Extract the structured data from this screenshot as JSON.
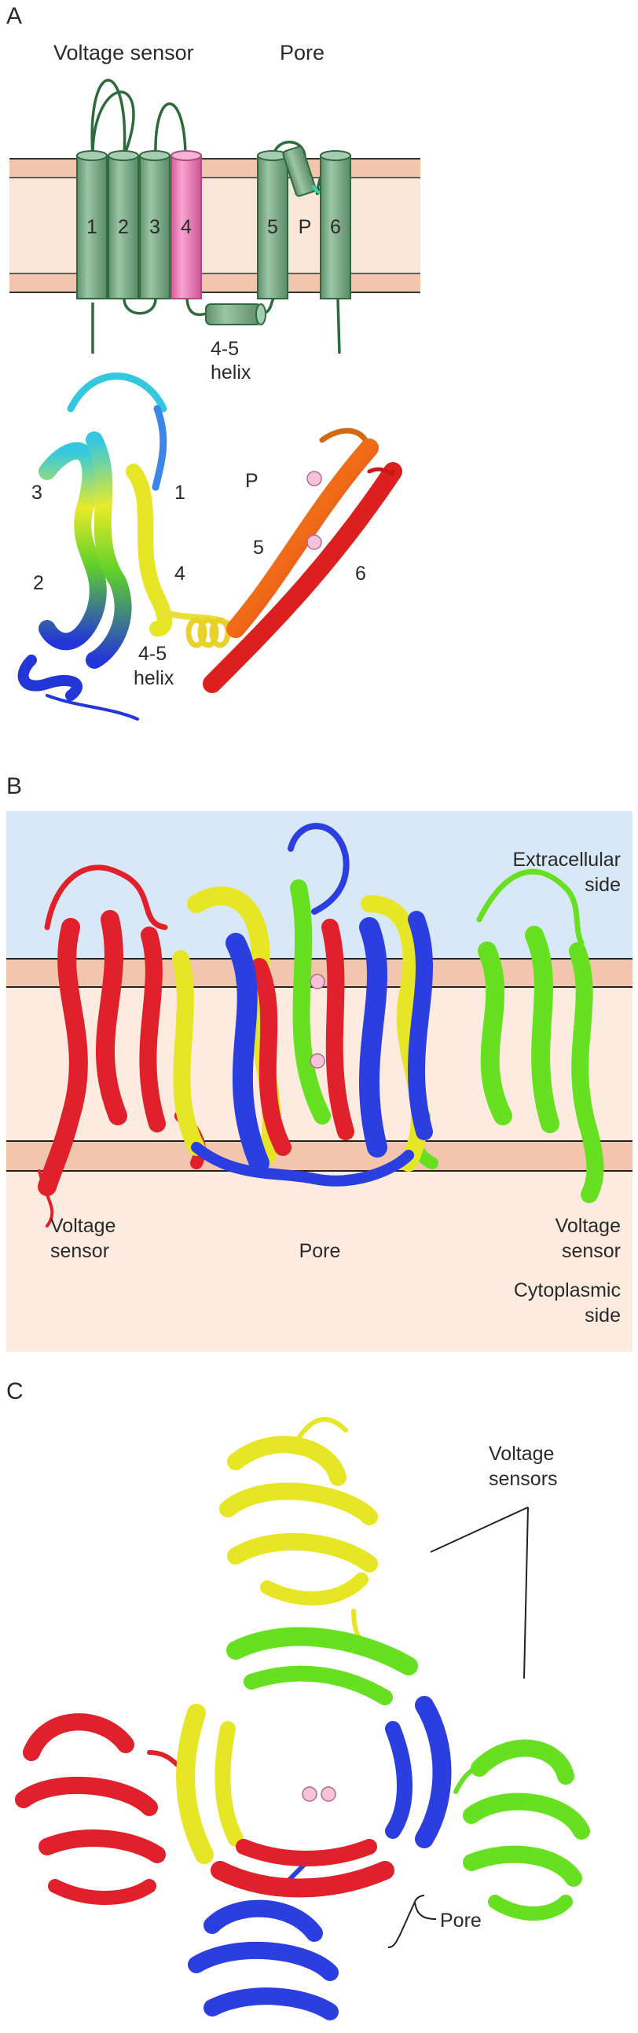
{
  "panels": {
    "a": {
      "letter": "A",
      "voltage_sensor_label": "Voltage sensor",
      "pore_label": "Pore",
      "segments": [
        "1",
        "2",
        "3",
        "4",
        "5",
        "P",
        "6"
      ],
      "helix_label_line1": "4-5",
      "helix_label_line2": "helix",
      "structure_labels": {
        "s1": "1",
        "s2": "2",
        "s3": "3",
        "s4": "4",
        "s5": "5",
        "s6": "6",
        "p": "P",
        "helix_line1": "4-5",
        "helix_line2": "helix"
      }
    },
    "b": {
      "letter": "B",
      "extracellular_line1": "Extracellular",
      "extracellular_line2": "side",
      "voltage_left_line1": "Voltage",
      "voltage_left_line2": "sensor",
      "pore": "Pore",
      "voltage_right_line1": "Voltage",
      "voltage_right_line2": "sensor",
      "cytoplasmic_line1": "Cytoplasmic",
      "cytoplasmic_line2": "side"
    },
    "c": {
      "letter": "C",
      "voltage_sensors_line1": "Voltage",
      "voltage_sensors_line2": "sensors",
      "pore": "Pore"
    }
  },
  "colors": {
    "membrane_band": "#f2c6ad",
    "membrane_core": "#fbe6da",
    "cylinder_green": "#7fae8c",
    "cylinder_pink": "#ee7fb8",
    "extracellular": "#d9e8f6",
    "cytoplasm": "#fdebdf",
    "red": "#e0202a",
    "yellow": "#e7e61f",
    "green": "#66e020",
    "blue": "#2b3fe0",
    "ion": "#f7c3d8"
  }
}
